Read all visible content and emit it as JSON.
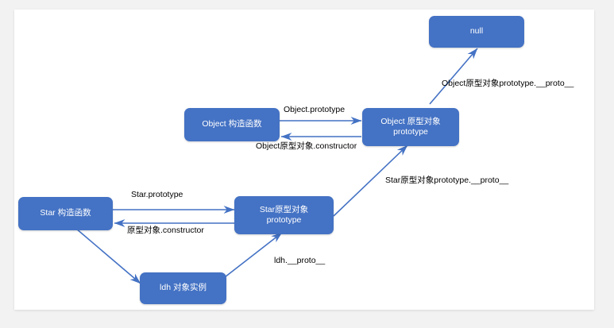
{
  "canvas": {
    "background": "#ffffff",
    "page_background": "#f2f2f2",
    "node_fill": "#4472c4",
    "node_text_color": "#ffffff",
    "arrow_color": "#4472c4",
    "label_text_color": "#000000"
  },
  "nodes": [
    {
      "id": "null",
      "label": "null"
    },
    {
      "id": "object-ctor",
      "label": "Object 构造函数"
    },
    {
      "id": "object-proto",
      "label": "Object 原型对象\nprototype"
    },
    {
      "id": "star-ctor",
      "label": "Star 构造函数"
    },
    {
      "id": "star-proto",
      "label": "Star原型对象\nprototype"
    },
    {
      "id": "ldh-instance",
      "label": "ldh 对象实例"
    }
  ],
  "edges": [
    {
      "id": "object-prototype",
      "label": "Object.prototype",
      "from": "object-ctor",
      "to": "object-proto"
    },
    {
      "id": "object-proto-constructor",
      "label": "Object原型对象.constructor",
      "from": "object-proto",
      "to": "object-ctor"
    },
    {
      "id": "object-proto-to-null",
      "label": "Object原型对象prototype.__proto__",
      "from": "object-proto",
      "to": "null"
    },
    {
      "id": "star-prototype",
      "label": "Star.prototype",
      "from": "star-ctor",
      "to": "star-proto"
    },
    {
      "id": "star-proto-constructor",
      "label": "原型对象.constructor",
      "from": "star-proto",
      "to": "star-ctor"
    },
    {
      "id": "star-proto-to-object-proto",
      "label": "Star原型对象prototype.__proto__",
      "from": "star-proto",
      "to": "object-proto"
    },
    {
      "id": "ldh-proto",
      "label": "ldh.__proto__",
      "from": "ldh-instance",
      "to": "star-proto"
    },
    {
      "id": "star-ctor-to-ldh",
      "label": "",
      "from": "star-ctor",
      "to": "ldh-instance"
    }
  ]
}
